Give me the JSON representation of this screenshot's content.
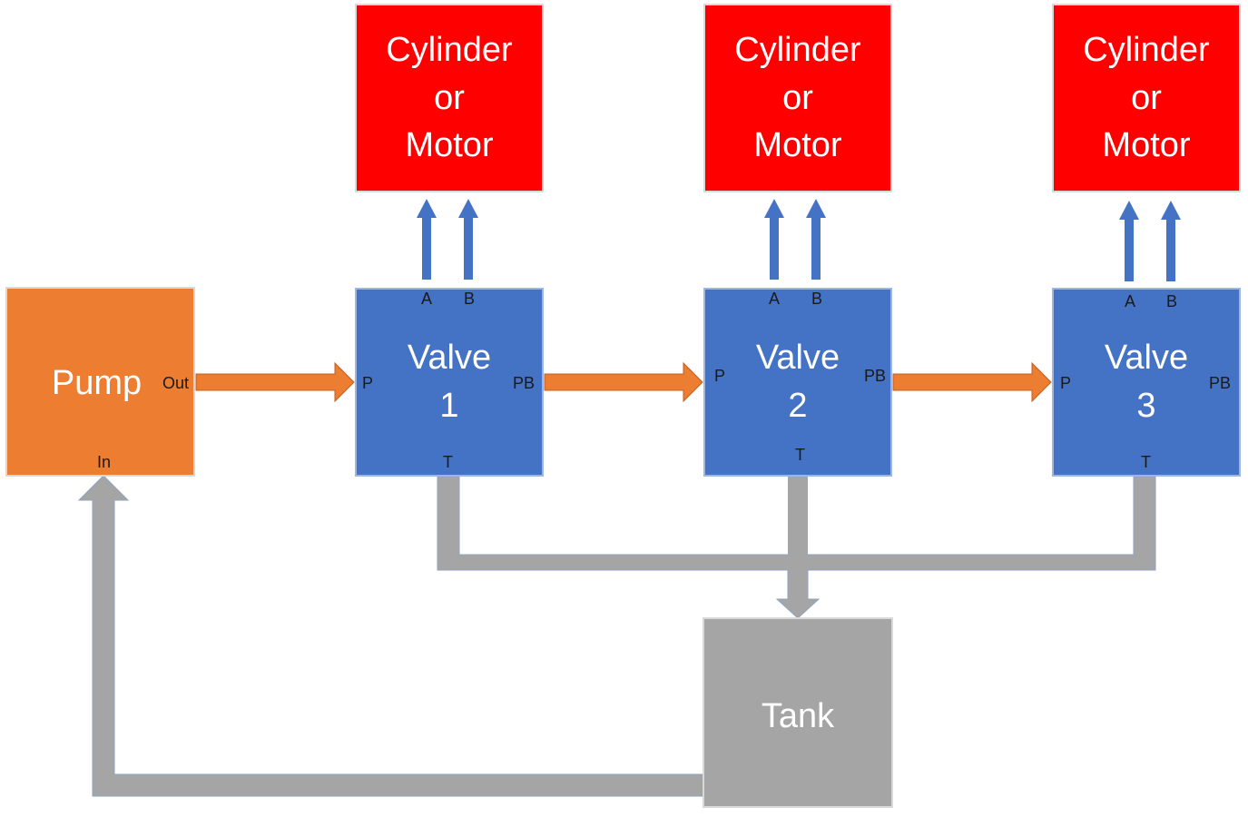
{
  "colors": {
    "pump": "#ed7d31",
    "valve": "#4472c4",
    "cylinder": "#ff0000",
    "tank": "#a5a5a5",
    "pressure_line": "#ed7d31",
    "work_line": "#4472c4",
    "return_line": "#a5a5a5"
  },
  "pump": {
    "label": "Pump",
    "port_out": "Out",
    "port_in": "In"
  },
  "valves": [
    {
      "label": "Valve\n1",
      "port_p": "P",
      "port_pb": "PB",
      "port_a": "A",
      "port_b": "B",
      "port_t": "T"
    },
    {
      "label": "Valve\n2",
      "port_p": "P",
      "port_pb": "PB",
      "port_a": "A",
      "port_b": "B",
      "port_t": "T"
    },
    {
      "label": "Valve\n3",
      "port_p": "P",
      "port_pb": "PB",
      "port_a": "A",
      "port_b": "B",
      "port_t": "T"
    }
  ],
  "actuators": [
    {
      "label": "Cylinder\nor\nMotor"
    },
    {
      "label": "Cylinder\nor\nMotor"
    },
    {
      "label": "Cylinder\nor\nMotor"
    }
  ],
  "tank": {
    "label": "Tank"
  }
}
